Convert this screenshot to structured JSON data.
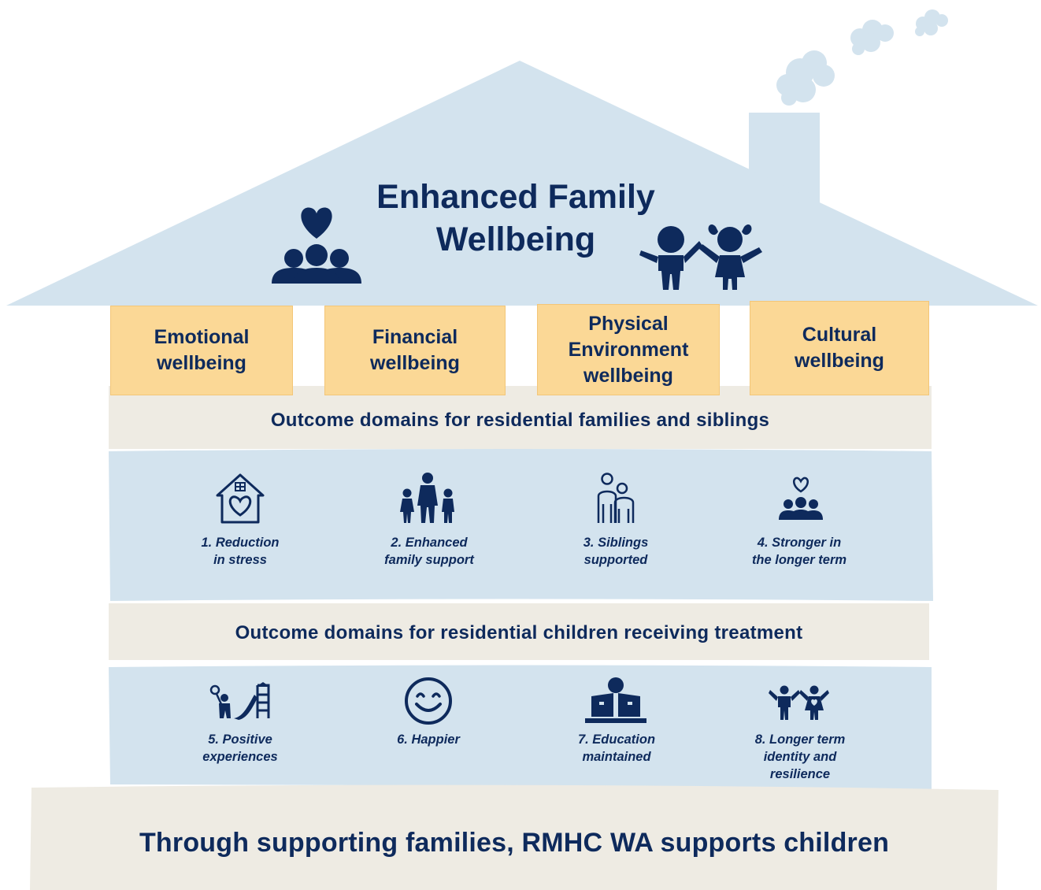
{
  "title": {
    "line1": "Enhanced Family",
    "line2": "Wellbeing"
  },
  "pillars": [
    {
      "line1": "Emotional",
      "line2": "wellbeing"
    },
    {
      "line1": "Financial",
      "line2": "wellbeing"
    },
    {
      "line1": "Physical",
      "line2": "Environment",
      "line3": "wellbeing"
    },
    {
      "line1": "Cultural",
      "line2": "wellbeing"
    }
  ],
  "family_domains_heading": "Outcome domains for residential families and siblings",
  "family_outcomes": [
    {
      "line1": "1. Reduction",
      "line2": "in stress",
      "icon": "house-heart-icon"
    },
    {
      "line1": "2. Enhanced",
      "line2": "family support",
      "icon": "family-icon"
    },
    {
      "line1": "3. Siblings",
      "line2": "supported",
      "icon": "siblings-icon"
    },
    {
      "line1": "4. Stronger in",
      "line2": "the longer term",
      "icon": "group-heart-icon"
    }
  ],
  "children_domains_heading": "Outcome domains for residential children receiving treatment",
  "children_outcomes": [
    {
      "line1": "5. Positive",
      "line2": "experiences",
      "icon": "playground-icon"
    },
    {
      "line1": "6. Happier",
      "icon": "smiley-icon"
    },
    {
      "line1": "7. Education",
      "line2": "maintained",
      "icon": "reading-icon"
    },
    {
      "line1": "8. Longer term",
      "line2": "identity and",
      "line3": "resilience",
      "icon": "children-icon"
    }
  ],
  "foundation": "Through supporting families, RMHC WA supports children",
  "colors": {
    "navy": "#0e2a5c",
    "roof": "#d3e3ee",
    "band": "#eeebe3",
    "pillar": "#fbd896"
  }
}
